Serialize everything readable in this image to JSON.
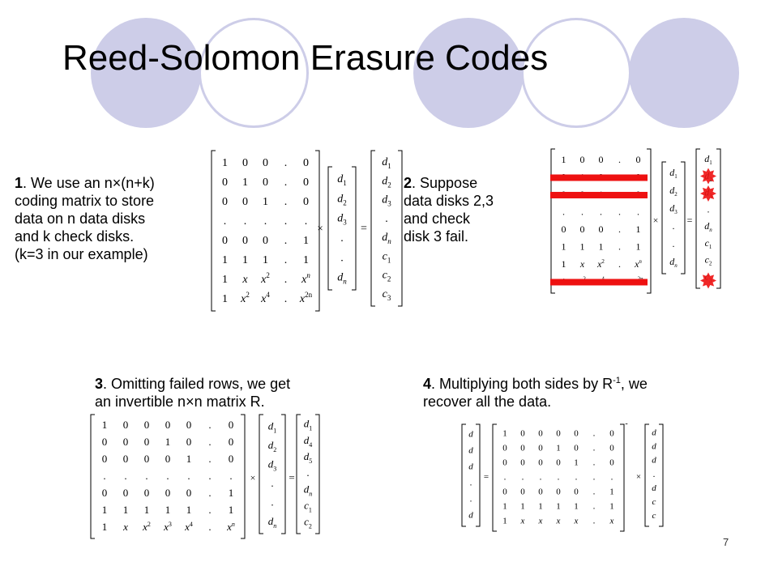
{
  "slide": {
    "title": "Reed-Solomon Erasure Codes",
    "page_number": "7"
  },
  "step1": {
    "num": "1",
    "text": ". We use an n×(n+k)\ncoding matrix to store\ndata on n data disks\nand k check disks.\n(k=3 in our example)"
  },
  "step2": {
    "num": "2",
    "text": ". Suppose\ndata disks 2,3\nand check\ndisk 3 fail."
  },
  "step3": {
    "num": "3",
    "text": ". Omitting failed rows, we get\nan invertible n×n matrix R."
  },
  "step4": {
    "num": "4",
    "text_before": ". Multiplying both sides by R",
    "sup": "-1",
    "text_after": ", we\nrecover all the data."
  },
  "equations": {
    "eq1": {
      "rows": [
        [
          "1",
          "0",
          "0",
          ".",
          "0"
        ],
        [
          "0",
          "1",
          "0",
          ".",
          "0"
        ],
        [
          "0",
          "0",
          "1",
          ".",
          "0"
        ],
        [
          ".",
          ".",
          ".",
          ".",
          "."
        ],
        [
          "0",
          "0",
          "0",
          ".",
          "1"
        ],
        [
          "1",
          "1",
          "1",
          ".",
          "1"
        ],
        [
          "1",
          "x",
          "x^2",
          ".",
          "x^n"
        ],
        [
          "1",
          "x^2",
          "x^4",
          ".",
          "x^2n"
        ]
      ],
      "vec": [
        "d_1",
        "d_2",
        "d_3",
        ".",
        ".",
        "d_n"
      ],
      "rhs": [
        "d_1",
        "d_2",
        "d_3",
        ".",
        "d_n",
        "c_1",
        "c_2",
        "c_3"
      ]
    },
    "eq2": {
      "rows": [
        [
          "1",
          "0",
          "0",
          ".",
          "0"
        ],
        [
          "0",
          "1",
          "0",
          ".",
          "0"
        ],
        [
          "0",
          "0",
          "1",
          ".",
          "0"
        ],
        [
          ".",
          ".",
          ".",
          ".",
          "."
        ],
        [
          "0",
          "0",
          "0",
          ".",
          "1"
        ],
        [
          "1",
          "1",
          "1",
          ".",
          "1"
        ],
        [
          "1",
          "x",
          "x^2",
          ".",
          "x^n"
        ],
        [
          "1",
          "x^2",
          "x^4",
          ".",
          "x^2n"
        ]
      ],
      "vec": [
        "d_1",
        "d_2",
        "d_3",
        ".",
        ".",
        "d_n"
      ],
      "rhs": [
        "d_1",
        "d_2",
        "d_3",
        ".",
        "d_n",
        "c_1",
        "c_2",
        "c_3"
      ],
      "failed_rows": [
        1,
        2,
        7
      ],
      "strike_color": "#ee1111",
      "burst_color": "#ee1111"
    },
    "eq3": {
      "rows": [
        [
          "1",
          "0",
          "0",
          "0",
          "0",
          ".",
          "0"
        ],
        [
          "0",
          "0",
          "0",
          "1",
          "0",
          ".",
          "0"
        ],
        [
          "0",
          "0",
          "0",
          "0",
          "1",
          ".",
          "0"
        ],
        [
          ".",
          ".",
          ".",
          ".",
          ".",
          ".",
          "."
        ],
        [
          "0",
          "0",
          "0",
          "0",
          "0",
          ".",
          "1"
        ],
        [
          "1",
          "1",
          "1",
          "1",
          "1",
          ".",
          "1"
        ],
        [
          "1",
          "x",
          "x^2",
          "x^3",
          "x^4",
          ".",
          "x^n"
        ]
      ],
      "vec": [
        "d_1",
        "d_2",
        "d_3",
        ".",
        ".",
        "d_n"
      ],
      "rhs": [
        "d_1",
        "d_4",
        "d_5",
        ".",
        "d_n",
        "c_1",
        "c_2"
      ]
    },
    "eq4": {
      "lhs": [
        "d",
        "d",
        "d",
        ".",
        ".",
        "d"
      ],
      "rows": [
        [
          "1",
          "0",
          "0",
          "0",
          "0",
          ".",
          "0"
        ],
        [
          "0",
          "0",
          "0",
          "1",
          "0",
          ".",
          "0"
        ],
        [
          "0",
          "0",
          "0",
          "0",
          "1",
          ".",
          "0"
        ],
        [
          ".",
          ".",
          ".",
          ".",
          ".",
          ".",
          "."
        ],
        [
          "0",
          "0",
          "0",
          "0",
          "0",
          ".",
          "1"
        ],
        [
          "1",
          "1",
          "1",
          "1",
          "1",
          ".",
          "1"
        ],
        [
          "1",
          "x",
          "x",
          "x",
          "x",
          ".",
          "x"
        ]
      ],
      "inv_mark": "-",
      "rhs": [
        "d",
        "d",
        "d",
        ".",
        "d",
        "c",
        "c"
      ]
    },
    "ops": {
      "times": "×",
      "equals": "="
    }
  },
  "colors": {
    "circle": "#cdcde8",
    "strike": "#ee1111"
  }
}
